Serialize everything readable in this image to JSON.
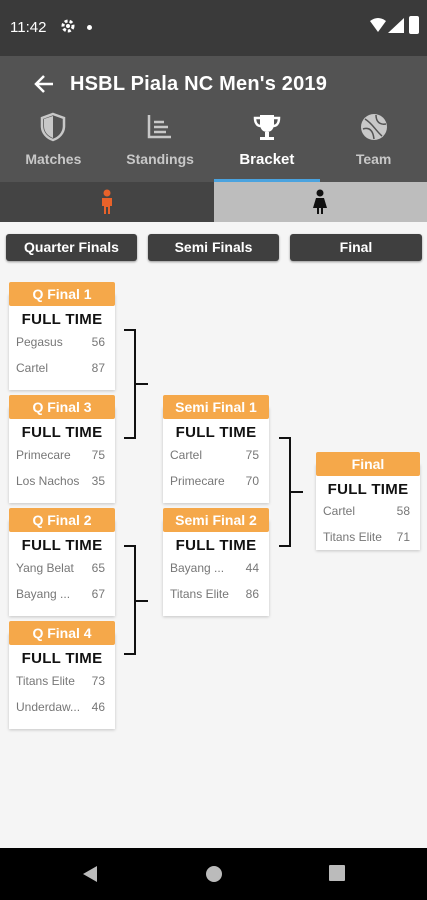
{
  "status_bar": {
    "time": "11:42",
    "icons": [
      "gear-icon",
      "notification-dot",
      "wifi-icon",
      "signal-icon",
      "battery-icon"
    ]
  },
  "app_bar": {
    "title": "HSBL Piala NC Men's 2019",
    "tabs": [
      {
        "label": "Matches",
        "icon": "shield-icon",
        "active": false
      },
      {
        "label": "Standings",
        "icon": "chart-icon",
        "active": false
      },
      {
        "label": "Bracket",
        "icon": "trophy-icon",
        "active": true
      },
      {
        "label": "Team",
        "icon": "ball-icon",
        "active": false
      }
    ]
  },
  "gender_tabs": [
    {
      "name": "male",
      "selected": true,
      "color": "#e8622a"
    },
    {
      "name": "female",
      "selected": false,
      "color": "#111111"
    }
  ],
  "round_buttons": [
    "Quarter Finals",
    "Semi Finals",
    "Final"
  ],
  "matches": {
    "qf1": {
      "label": "Q Final 1",
      "status": "FULL TIME",
      "team1": "Pegasus",
      "score1": "56",
      "team2": "Cartel",
      "score2": "87"
    },
    "qf3": {
      "label": "Q Final 3",
      "status": "FULL TIME",
      "team1": "Primecare",
      "score1": "75",
      "team2": "Los Nachos",
      "score2": "35"
    },
    "qf2": {
      "label": "Q Final 2",
      "status": "FULL TIME",
      "team1": "Yang Belat",
      "score1": "65",
      "team2": "Bayang ...",
      "score2": "67"
    },
    "qf4": {
      "label": "Q Final 4",
      "status": "FULL TIME",
      "team1": "Titans Elite",
      "score1": "73",
      "team2": "Underdaw...",
      "score2": "46"
    },
    "sf1": {
      "label": "Semi Final 1",
      "status": "FULL TIME",
      "team1": "Cartel",
      "score1": "75",
      "team2": "Primecare",
      "score2": "70"
    },
    "sf2": {
      "label": "Semi Final 2",
      "status": "FULL TIME",
      "team1": "Bayang ...",
      "score1": "44",
      "team2": "Titans Elite",
      "score2": "86"
    },
    "final": {
      "label": "Final",
      "status": "FULL TIME",
      "team1": "Cartel",
      "score1": "58",
      "team2": "Titans Elite",
      "score2": "71"
    }
  },
  "colors": {
    "accent": "#f5a84a",
    "app_bar": "#535353",
    "status_bar": "#3a3a3a",
    "tab_underline": "#4aa3df"
  },
  "nav_bar": [
    "back-icon",
    "home-icon",
    "recents-icon"
  ]
}
